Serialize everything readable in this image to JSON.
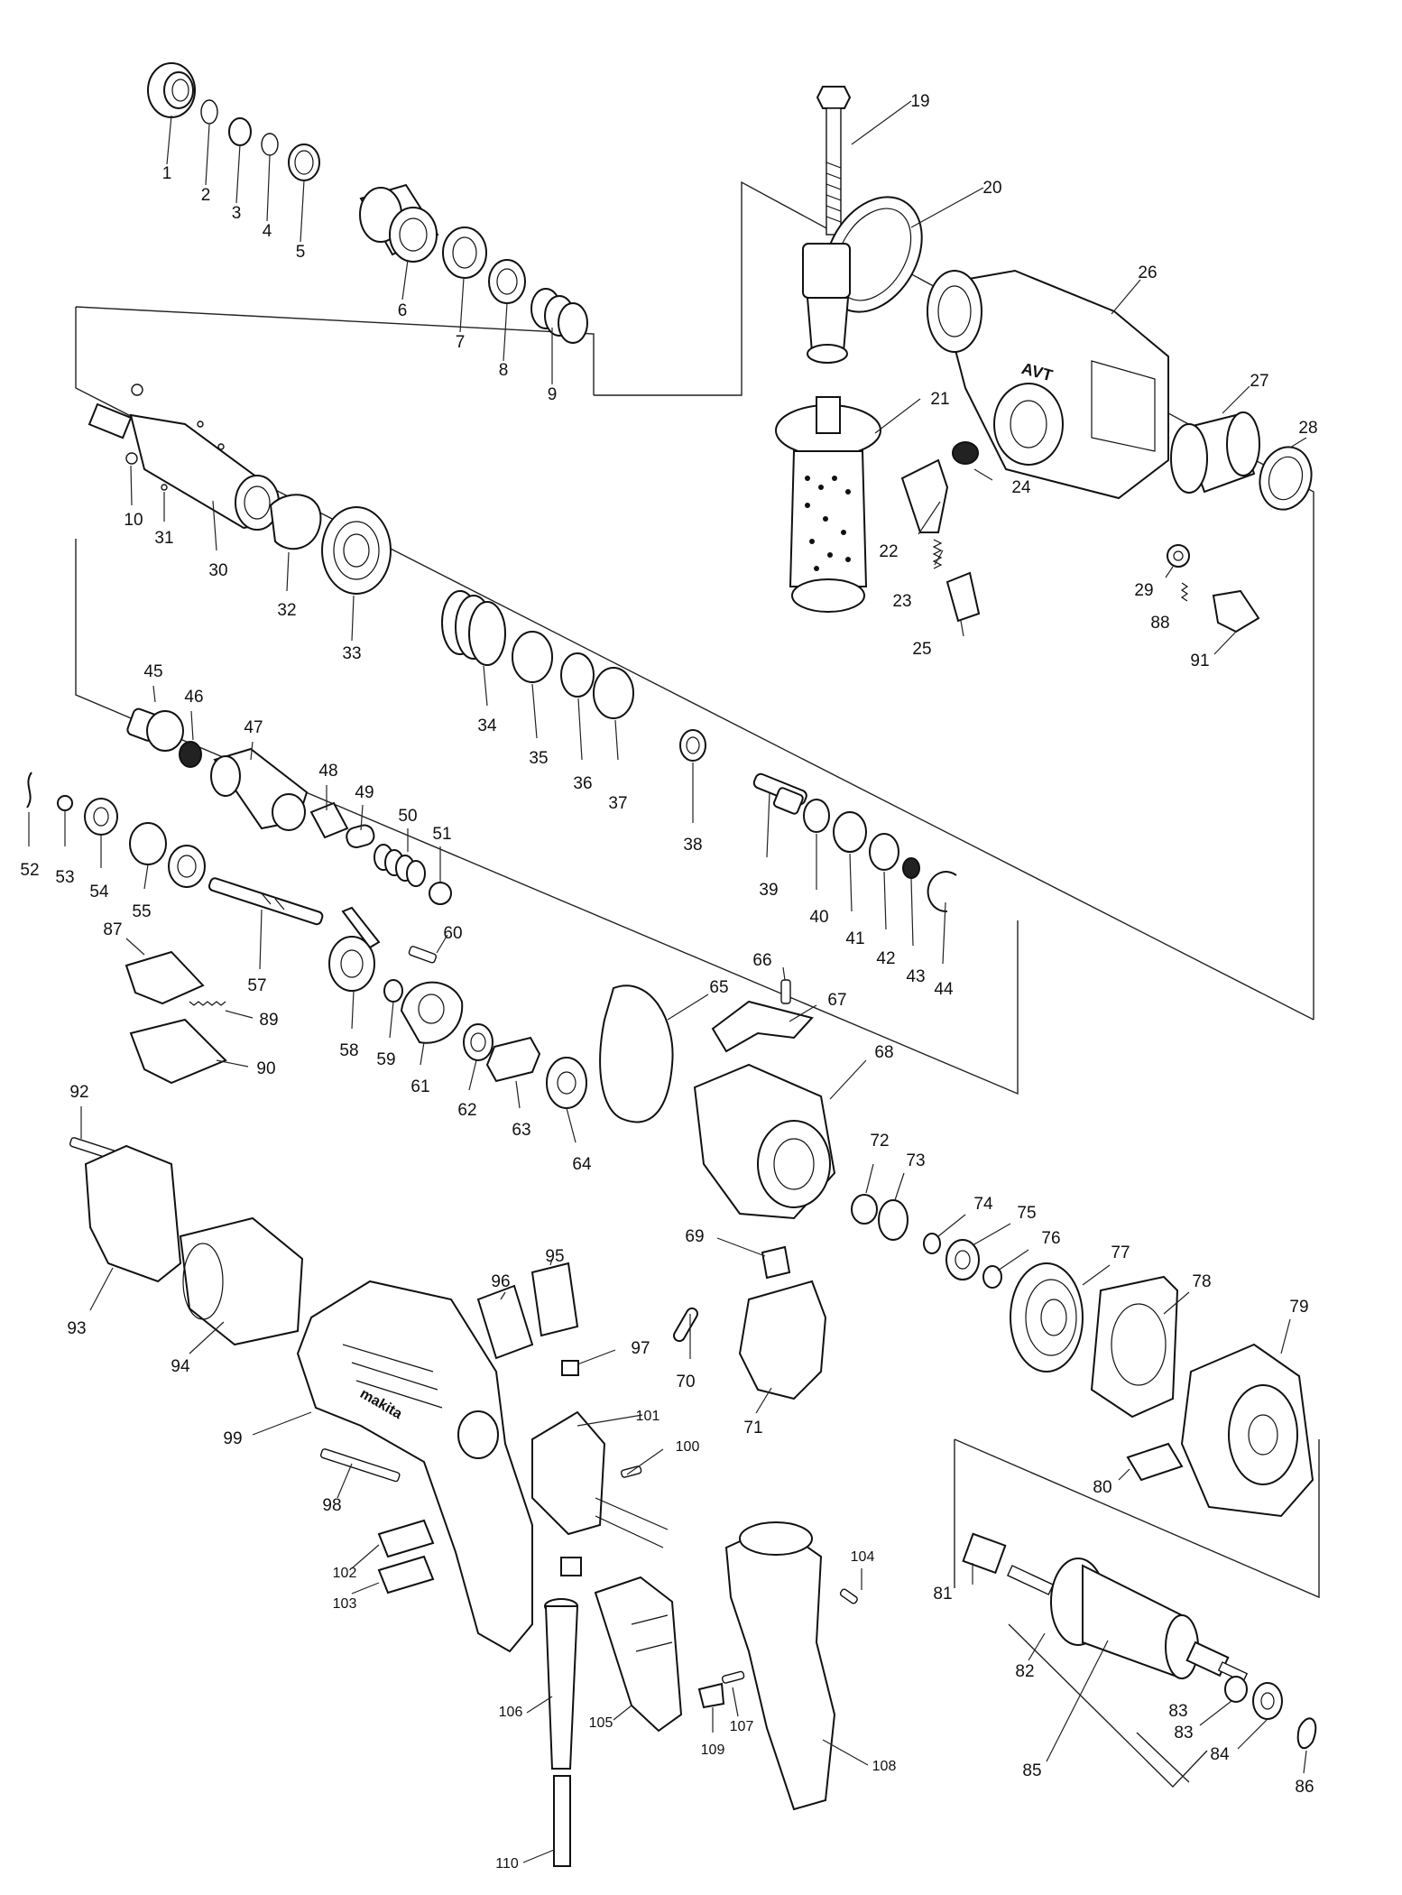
{
  "diagram": {
    "labels": [
      {
        "id": "p1",
        "text": "1"
      },
      {
        "id": "p2",
        "text": "2"
      },
      {
        "id": "p3",
        "text": "3"
      },
      {
        "id": "p4",
        "text": "4"
      },
      {
        "id": "p5",
        "text": "5"
      },
      {
        "id": "p6",
        "text": "6"
      },
      {
        "id": "p7",
        "text": "7"
      },
      {
        "id": "p8",
        "text": "8"
      },
      {
        "id": "p9",
        "text": "9"
      },
      {
        "id": "p10",
        "text": "10"
      },
      {
        "id": "p19",
        "text": "19"
      },
      {
        "id": "p20",
        "text": "20"
      },
      {
        "id": "p21",
        "text": "21"
      },
      {
        "id": "p22",
        "text": "22"
      },
      {
        "id": "p23",
        "text": "23"
      },
      {
        "id": "p24",
        "text": "24"
      },
      {
        "id": "p25",
        "text": "25"
      },
      {
        "id": "p26",
        "text": "26"
      },
      {
        "id": "p27",
        "text": "27"
      },
      {
        "id": "p28",
        "text": "28"
      },
      {
        "id": "p29",
        "text": "29"
      },
      {
        "id": "p30",
        "text": "30"
      },
      {
        "id": "p31",
        "text": "31"
      },
      {
        "id": "p32",
        "text": "32"
      },
      {
        "id": "p33",
        "text": "33"
      },
      {
        "id": "p34",
        "text": "34"
      },
      {
        "id": "p35",
        "text": "35"
      },
      {
        "id": "p36",
        "text": "36"
      },
      {
        "id": "p37",
        "text": "37"
      },
      {
        "id": "p38",
        "text": "38"
      },
      {
        "id": "p39",
        "text": "39"
      },
      {
        "id": "p40",
        "text": "40"
      },
      {
        "id": "p41",
        "text": "41"
      },
      {
        "id": "p42",
        "text": "42"
      },
      {
        "id": "p43",
        "text": "43"
      },
      {
        "id": "p44",
        "text": "44"
      },
      {
        "id": "p45",
        "text": "45"
      },
      {
        "id": "p46",
        "text": "46"
      },
      {
        "id": "p47",
        "text": "47"
      },
      {
        "id": "p48",
        "text": "48"
      },
      {
        "id": "p49",
        "text": "49"
      },
      {
        "id": "p50",
        "text": "50"
      },
      {
        "id": "p51",
        "text": "51"
      },
      {
        "id": "p52",
        "text": "52"
      },
      {
        "id": "p53",
        "text": "53"
      },
      {
        "id": "p54",
        "text": "54"
      },
      {
        "id": "p55",
        "text": "55"
      },
      {
        "id": "p57",
        "text": "57"
      },
      {
        "id": "p58",
        "text": "58"
      },
      {
        "id": "p59",
        "text": "59"
      },
      {
        "id": "p60",
        "text": "60"
      },
      {
        "id": "p61",
        "text": "61"
      },
      {
        "id": "p62",
        "text": "62"
      },
      {
        "id": "p63",
        "text": "63"
      },
      {
        "id": "p64",
        "text": "64"
      },
      {
        "id": "p65",
        "text": "65"
      },
      {
        "id": "p66",
        "text": "66"
      },
      {
        "id": "p67",
        "text": "67"
      },
      {
        "id": "p68",
        "text": "68"
      },
      {
        "id": "p69",
        "text": "69"
      },
      {
        "id": "p70",
        "text": "70"
      },
      {
        "id": "p71",
        "text": "71"
      },
      {
        "id": "p72",
        "text": "72"
      },
      {
        "id": "p73",
        "text": "73"
      },
      {
        "id": "p74",
        "text": "74"
      },
      {
        "id": "p75",
        "text": "75"
      },
      {
        "id": "p76",
        "text": "76"
      },
      {
        "id": "p77",
        "text": "77"
      },
      {
        "id": "p78",
        "text": "78"
      },
      {
        "id": "p79",
        "text": "79"
      },
      {
        "id": "p80",
        "text": "80"
      },
      {
        "id": "p81",
        "text": "81"
      },
      {
        "id": "p82",
        "text": "82"
      },
      {
        "id": "p83a",
        "text": "83"
      },
      {
        "id": "p83b",
        "text": "83"
      },
      {
        "id": "p84",
        "text": "84"
      },
      {
        "id": "p85",
        "text": "85"
      },
      {
        "id": "p86",
        "text": "86"
      },
      {
        "id": "p87",
        "text": "87"
      },
      {
        "id": "p88",
        "text": "88"
      },
      {
        "id": "p89",
        "text": "89"
      },
      {
        "id": "p90",
        "text": "90"
      },
      {
        "id": "p91",
        "text": "91"
      },
      {
        "id": "p92",
        "text": "92"
      },
      {
        "id": "p93",
        "text": "93"
      },
      {
        "id": "p94",
        "text": "94"
      },
      {
        "id": "p95",
        "text": "95"
      },
      {
        "id": "p96",
        "text": "96"
      },
      {
        "id": "p97",
        "text": "97"
      },
      {
        "id": "p98",
        "text": "98"
      },
      {
        "id": "p99",
        "text": "99"
      },
      {
        "id": "p100",
        "text": "100"
      },
      {
        "id": "p101",
        "text": "101"
      },
      {
        "id": "p102",
        "text": "102"
      },
      {
        "id": "p103",
        "text": "103"
      },
      {
        "id": "p104",
        "text": "104"
      },
      {
        "id": "p105",
        "text": "105"
      },
      {
        "id": "p106",
        "text": "106"
      },
      {
        "id": "p107",
        "text": "107"
      },
      {
        "id": "p108",
        "text": "108"
      },
      {
        "id": "p109",
        "text": "109"
      },
      {
        "id": "p110",
        "text": "110"
      }
    ],
    "brand_text": "makita",
    "avt_badge": "AVT"
  }
}
